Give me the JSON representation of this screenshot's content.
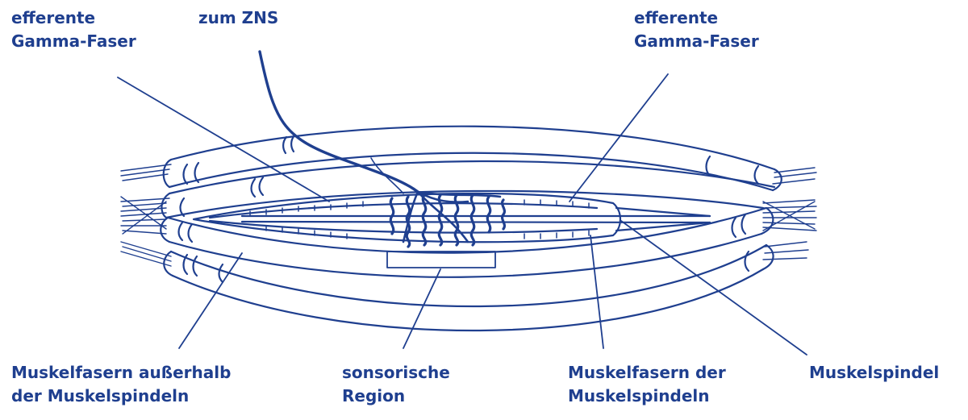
{
  "colors": {
    "ink": "#1f3f8f",
    "background": "#ffffff"
  },
  "labels": {
    "gamma_left": [
      "efferente",
      "Gamma-Faser"
    ],
    "zns": "zum ZNS",
    "gamma_right": [
      "efferente",
      "Gamma-Faser"
    ],
    "extrafusal": [
      "Muskelfasern außerhalb",
      "der Muskelspindeln"
    ],
    "sensory": [
      "sonsorische",
      "Region"
    ],
    "intrafusal": [
      "Muskelfasern der",
      "Muskelspindeln"
    ],
    "spindle": "Muskelspindel"
  }
}
